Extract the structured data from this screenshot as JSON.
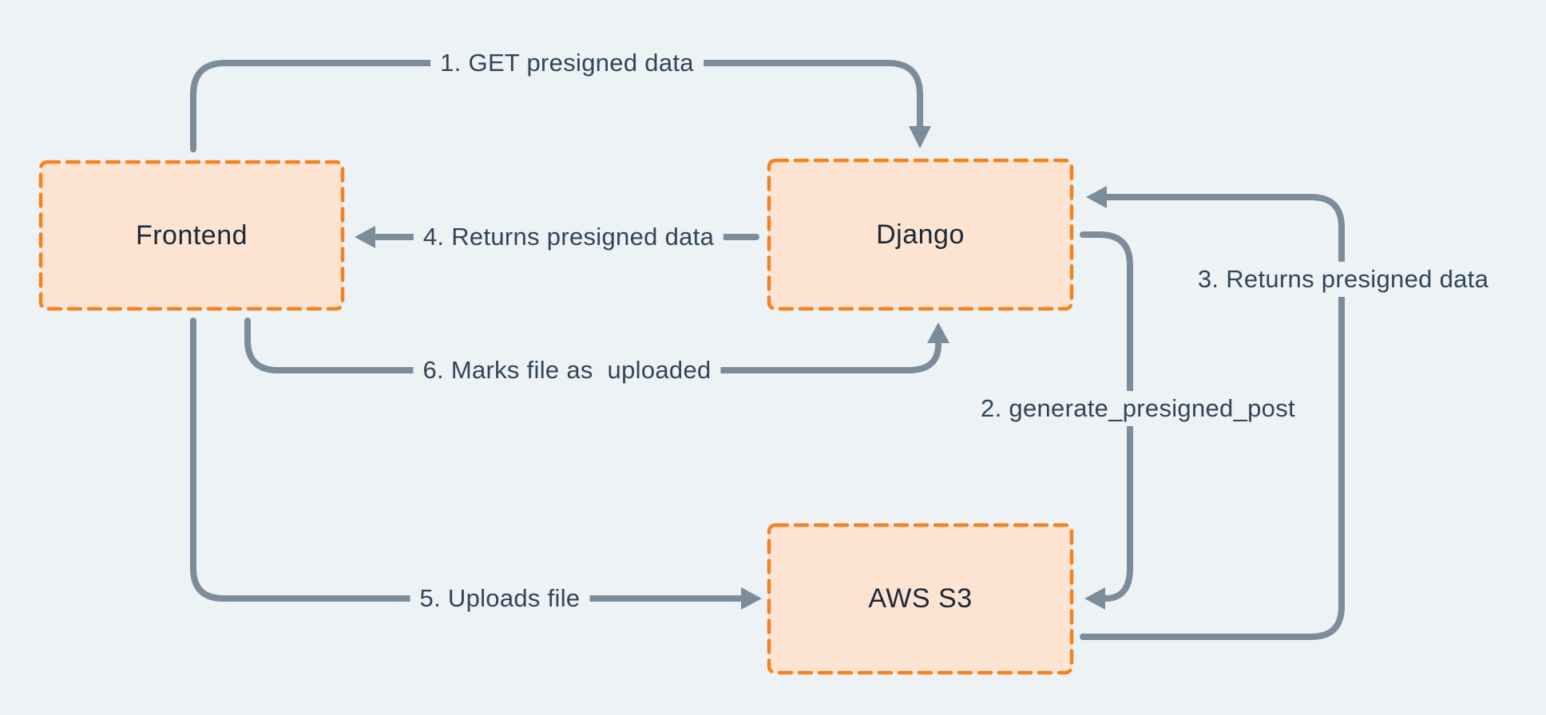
{
  "diagram": {
    "nodes": [
      {
        "id": "frontend",
        "label": "Frontend"
      },
      {
        "id": "django",
        "label": "Django"
      },
      {
        "id": "aws-s3",
        "label": "AWS S3"
      }
    ],
    "edges": [
      {
        "id": "1",
        "label": "1. GET presigned data",
        "from": "frontend",
        "to": "django"
      },
      {
        "id": "2",
        "label": "2. generate_presigned_post",
        "from": "django",
        "to": "aws-s3"
      },
      {
        "id": "3",
        "label": "3. Returns presigned data",
        "from": "aws-s3",
        "to": "django"
      },
      {
        "id": "4",
        "label": "4. Returns presigned data",
        "from": "django",
        "to": "frontend"
      },
      {
        "id": "5",
        "label": "5. Uploads file",
        "from": "frontend",
        "to": "aws-s3"
      },
      {
        "id": "6",
        "label": "6. Marks file as  uploaded",
        "from": "frontend",
        "to": "django"
      }
    ],
    "colors": {
      "background": "#edf2f5",
      "line": "#7b8c9b",
      "box_fill": "#fce3d2",
      "box_border": "#f5821f",
      "node_text": "#1d2935",
      "label_text": "#31455a"
    }
  }
}
